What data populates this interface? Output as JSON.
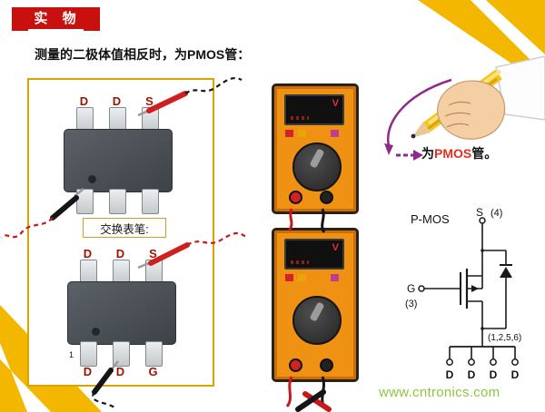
{
  "page": {
    "banner": "实 物",
    "subtitle": "测量的二极体值相反时，为PMOS管：",
    "watermark": "www.cntronics.com"
  },
  "left_panel": {
    "swap_label": "交换表笔:",
    "chip1": {
      "top_pins": [
        "D",
        "D",
        "S"
      ]
    },
    "chip2": {
      "top_pins": [
        "D",
        "D",
        "S"
      ],
      "bottom_pins": [
        "D",
        "D",
        "G"
      ],
      "pin1_marker": "1"
    }
  },
  "multimeter": {
    "display_label": "V"
  },
  "conclusion": {
    "prefix": "为",
    "highlight": "PMOS",
    "suffix": "管。"
  },
  "schematic": {
    "title": "P-MOS",
    "source_label": "S",
    "source_pin": "(4)",
    "gate_label": "G",
    "gate_pin": "(3)",
    "drain_pin_note": "(1,2,5,6)",
    "drain_labels": [
      "D",
      "D",
      "D",
      "D"
    ]
  },
  "colors": {
    "banner_red": "#c8100e",
    "accent_yellow": "#f3b700",
    "chip_label_red": "#9c1300",
    "meter_orange": "#ef9214",
    "arrow_purple": "#8e2a8e",
    "highlight_red": "#e0301e",
    "watermark_green": "#8dc63f"
  }
}
